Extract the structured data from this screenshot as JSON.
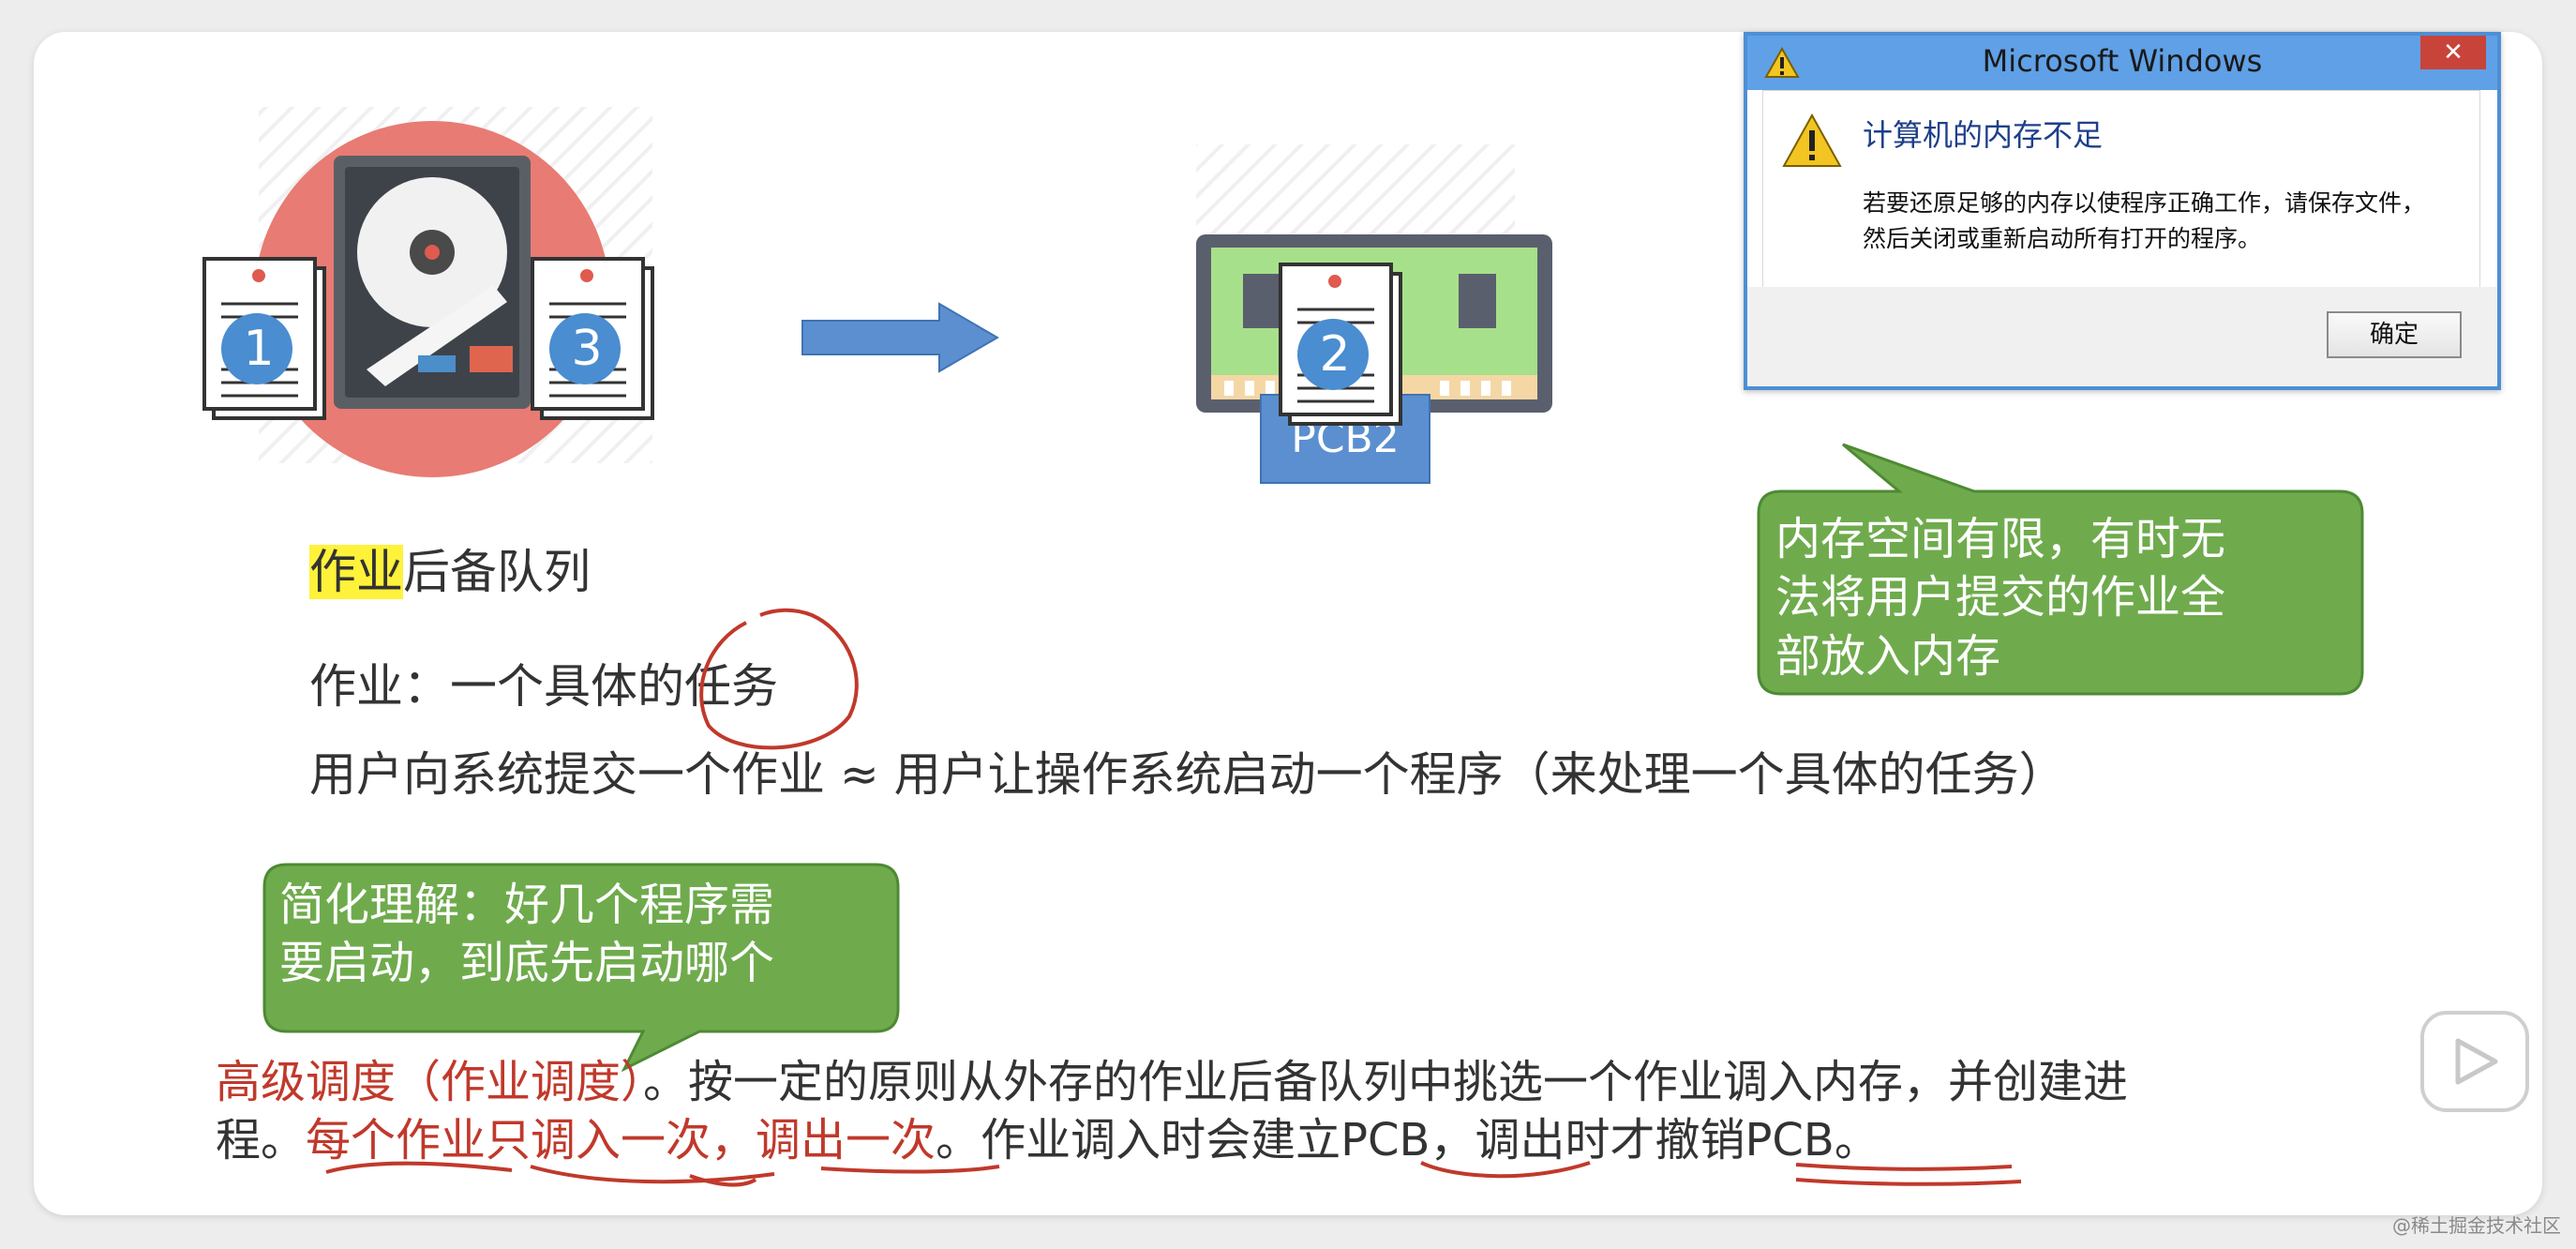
{
  "queue": {
    "label_hl": "作业",
    "label_rest": "后备队列",
    "doc_numbers": [
      "1",
      "3"
    ]
  },
  "memory": {
    "doc_number": "2",
    "pcb_label": "PCB2"
  },
  "definition": {
    "line1_prefix": "作业：一个具体的",
    "line1_circled": "任务",
    "line2": "用户向系统提交一个作业 ≈ 用户让操作系统启动一个程序（来处理一个具体的任务）"
  },
  "dialog": {
    "title": "Microsoft Windows",
    "close_glyph": "✕",
    "heading": "计算机的内存不足",
    "message_line1": "若要还原足够的内存以使程序正确工作，请保存文件，",
    "message_line2": "然后关闭或重新启动所有打开的程序。",
    "ok_label": "确定"
  },
  "callout_memory": {
    "lines": [
      "内存空间有限，有时无",
      "法将用户提交的作业全",
      "部放入内存"
    ]
  },
  "callout_simplify": {
    "lines": [
      "简化理解：好几个程序需",
      "要启动，到底先启动哪个"
    ]
  },
  "scheduling": {
    "term": "高级调度（作业调度）",
    "line1_rest": "。按一定的原则从外存的作业后备队列中挑选一个作业调入内存，并创建进",
    "line2_a": "程。",
    "line2_red1": "每个作业只调入一次",
    "line2_comma": "，",
    "line2_red2": "调出一次",
    "line2_b": "。作业调入时会建立PCB，调出时才撤销PCB。"
  },
  "watermark": "@稀土掘金技术社区",
  "colors": {
    "callout_green": "#6fab4d",
    "arrow_blue": "#5b8fd0",
    "pcb_blue": "#5b8fd0",
    "disk_red": "#e87b73",
    "annotation_red": "#c0392b",
    "highlight_yellow": "#fff23a",
    "dialog_border": "#4d8fd6"
  },
  "icons": [
    "hard-disk-icon",
    "document-icon",
    "ram-module-icon",
    "warning-icon",
    "right-arrow-icon",
    "play-icon"
  ]
}
